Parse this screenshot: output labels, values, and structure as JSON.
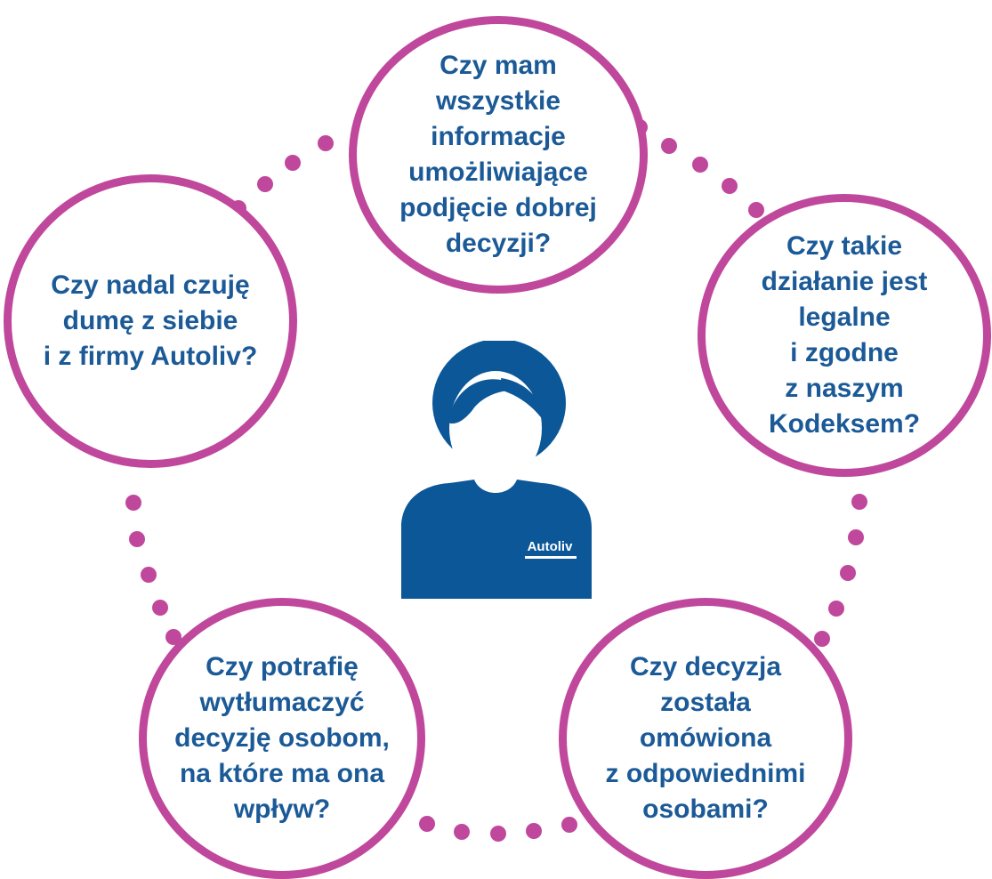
{
  "colors": {
    "ring": "#c0489c",
    "text": "#1b5a97",
    "person": "#0b5798"
  },
  "icons": [
    "person-icon",
    "logo-badge"
  ],
  "person": {
    "logo_text": "Autoliv"
  },
  "questions": {
    "top": {
      "lines": [
        "Czy mam",
        "wszystkie",
        "informacje",
        "umożliwiające",
        "podjęcie dobrej",
        "decyzji?"
      ]
    },
    "right": {
      "lines": [
        "Czy takie",
        "działanie jest",
        "legalne",
        "i zgodne",
        "z naszym",
        "Kodeksem?"
      ]
    },
    "left": {
      "lines": [
        "Czy nadal czuję",
        "dumę z siebie",
        "i z firmy Autoliv?"
      ]
    },
    "bottom_left": {
      "lines": [
        "Czy potrafię",
        "wytłumaczyć",
        "decyzję osobom,",
        "na które ma ona",
        "wpływ?"
      ]
    },
    "bottom_right": {
      "lines": [
        "Czy decyzja",
        "została",
        "omówiona",
        "z odpowiednimi",
        "osobami?"
      ]
    }
  }
}
